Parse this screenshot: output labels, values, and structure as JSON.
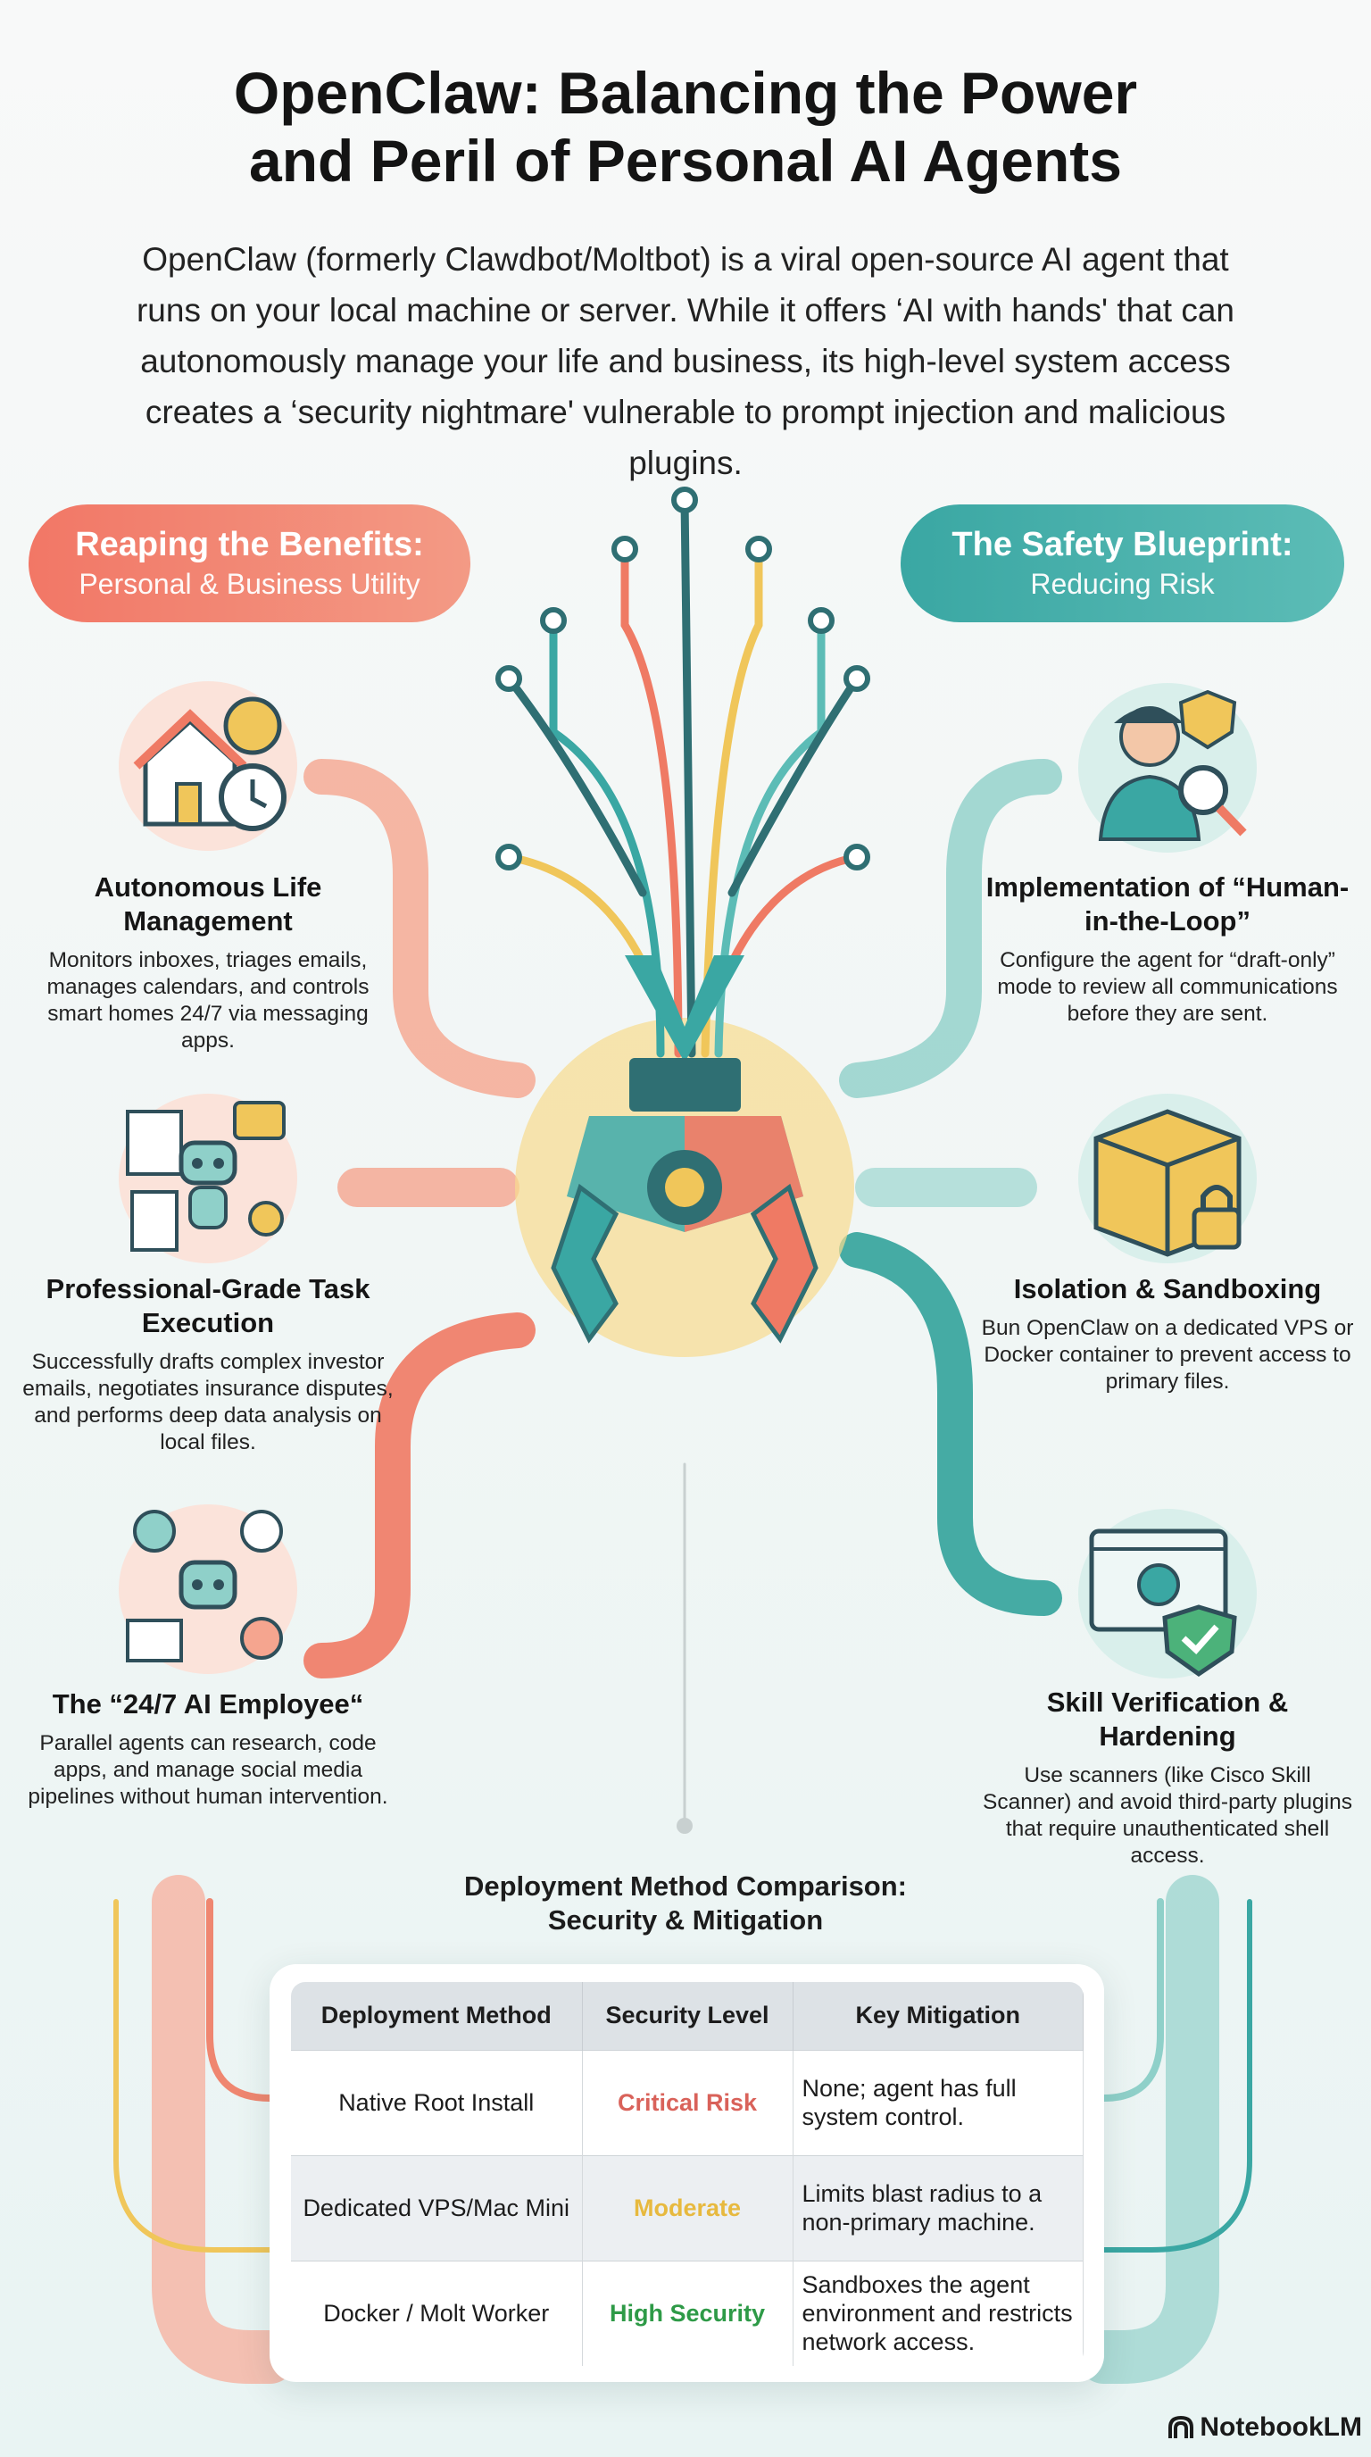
{
  "title": {
    "line1": "OpenClaw: Balancing the Power",
    "line2": "and Peril of Personal AI Agents"
  },
  "intro": "OpenClaw (formerly Clawdbot/Moltbot) is a viral open-source AI agent that runs on your local machine or server. While it offers ‘AI with hands' that can autonomously manage your life and business, its high-level system access creates a ‘security nightmare' vulnerable to prompt injection and malicious plugins.",
  "benefits": {
    "title": "Reaping the Benefits:",
    "subtitle": "Personal & Business Utility",
    "color": "#f27766",
    "items": [
      {
        "icon": "house-clock-icon",
        "heading": "Autonomous Life Management",
        "desc": "Monitors inboxes, triages emails, manages calendars, and controls smart homes 24/7 via messaging apps."
      },
      {
        "icon": "robot-documents-icon",
        "heading": "Professional-Grade Task Execution",
        "desc": "Successfully drafts complex investor emails, negotiates insurance disputes, and performs deep data analysis on local files."
      },
      {
        "icon": "robot-network-icon",
        "heading": "The “24/7 AI Employee“",
        "desc": "Parallel agents can research, code apps, and manage social media pipelines without human intervention."
      }
    ]
  },
  "safety": {
    "title": "The Safety Blueprint:",
    "subtitle": "Reducing Risk",
    "color": "#3aa7a3",
    "items": [
      {
        "icon": "person-shield-magnifier-icon",
        "heading": "Implementation of “Human-in-the-Loop”",
        "desc": "Configure the agent for “draft-only” mode to review all communications before they are sent."
      },
      {
        "icon": "box-lock-icon",
        "heading": "Isolation & Sandboxing",
        "desc": "Bun OpenClaw on a dedicated VPS or Docker container to prevent access to primary files."
      },
      {
        "icon": "browser-shield-check-icon",
        "heading": "Skill Verification & Hardening",
        "desc": "Use scanners (like Cisco Skill Scanner) and avoid third-party plugins that require unauthenticated shell access."
      }
    ]
  },
  "table": {
    "title_line1": "Deployment Method Comparison:",
    "title_line2": "Security & Mitigation",
    "headers": [
      "Deployment Method",
      "Security Level",
      "Key Mitigation"
    ],
    "rows": [
      {
        "method": "Native Root Install",
        "level": "Critical Risk",
        "level_color": "#d9625a",
        "mitigation": "None; agent has full system control."
      },
      {
        "method": "Dedicated VPS/Mac Mini",
        "level": "Moderate",
        "level_color": "#e7b93f",
        "mitigation": "Limits blast radius to a non-primary machine."
      },
      {
        "method": "Docker / Molt Worker",
        "level": "High Security",
        "level_color": "#2e9a47",
        "mitigation": "Sandboxes the agent environment and restricts network access."
      }
    ]
  },
  "footer": "NotebookLM"
}
